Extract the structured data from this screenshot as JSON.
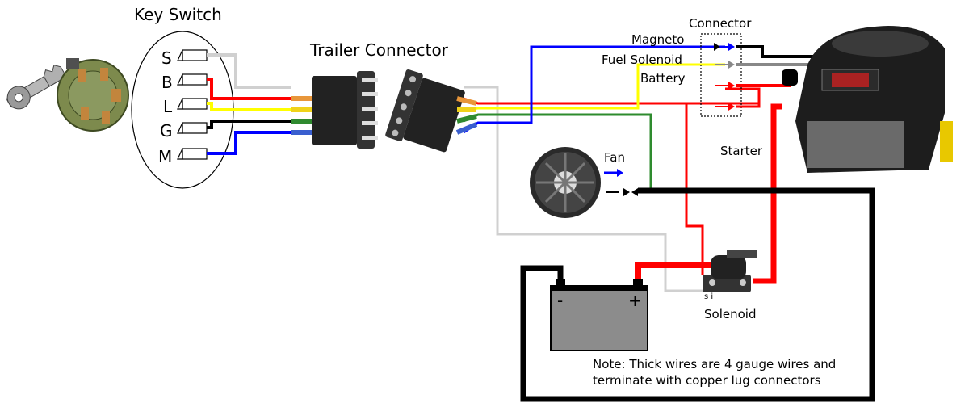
{
  "labels": {
    "key_switch": "Key Switch",
    "trailer_connector": "Trailer Connector",
    "connector": "Connector",
    "magneto": "Magneto",
    "fuel_solenoid": "Fuel Solenoid",
    "battery": "Battery",
    "fan": "Fan",
    "starter": "Starter",
    "solenoid": "Solenoid",
    "solenoid_terminals": "s  i",
    "battery_minus": "-",
    "battery_plus": "+",
    "note_line1": "Note: Thick wires are 4 gauge wires and",
    "note_line2": "terminate with copper lug connectors"
  },
  "key_switch_pins": [
    "S",
    "B",
    "L",
    "G",
    "M"
  ],
  "wire_colors": {
    "S": "#d0d0d0",
    "B": "#ff0000",
    "L": "#ffff00",
    "G": "#000000",
    "M": "#0000ff",
    "ground_trailer": "#2e8b2e"
  }
}
